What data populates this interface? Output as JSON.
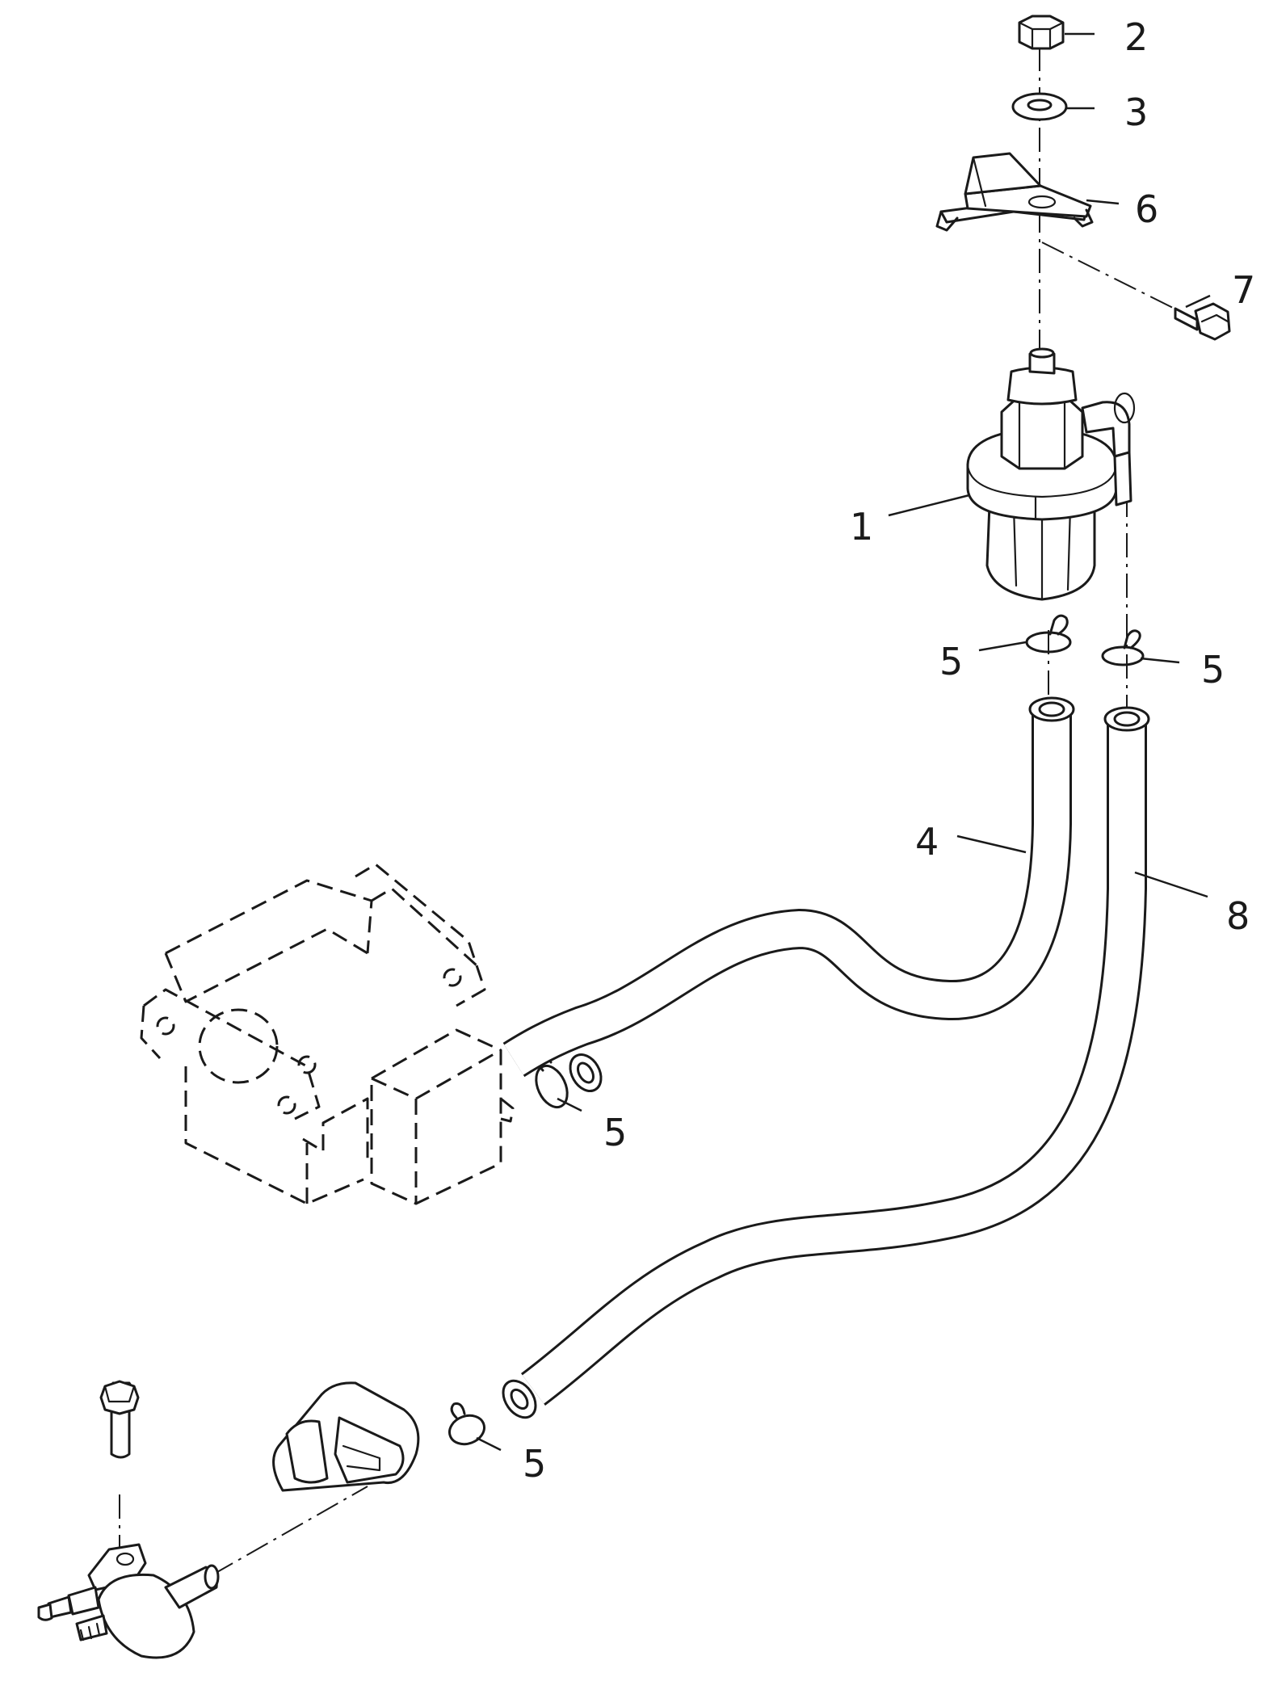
{
  "callouts": {
    "part_1": "1",
    "part_2": "2",
    "part_3": "3",
    "part_4": "4",
    "part_5_filter_left": "5",
    "part_5_filter_right": "5",
    "part_5_carburetor": "5",
    "part_5_lower": "5",
    "part_6": "6",
    "part_7": "7",
    "part_8": "8"
  }
}
